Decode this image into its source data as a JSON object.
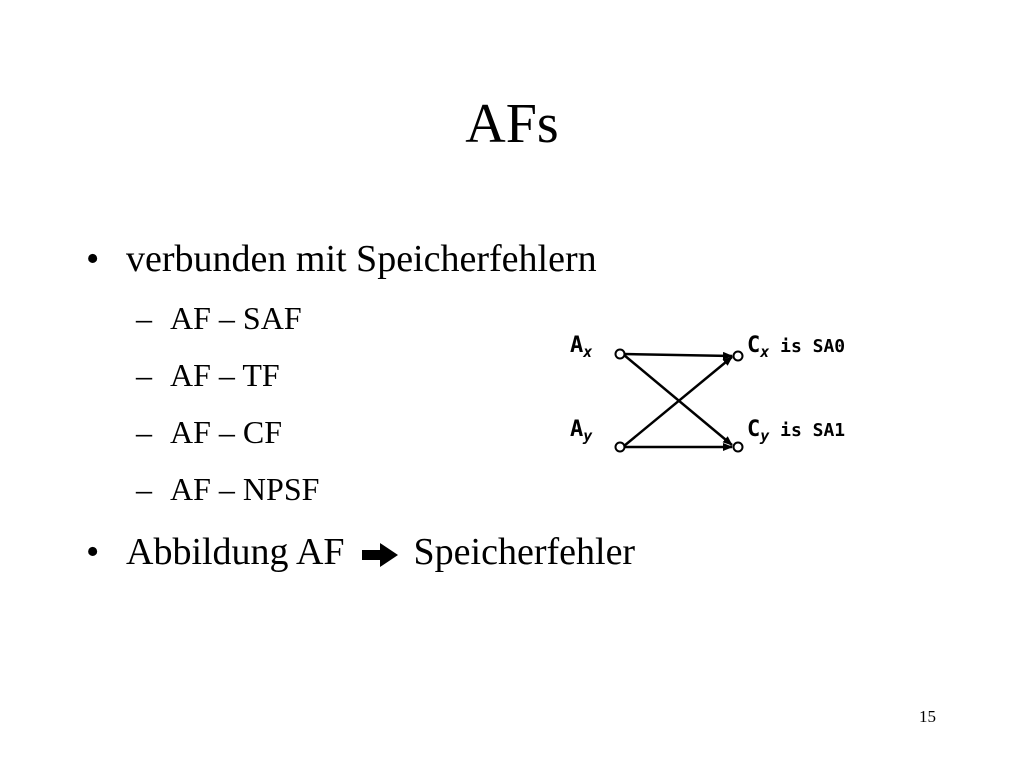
{
  "slide": {
    "title": "AFs",
    "bullets": [
      {
        "text": "verbunden mit Speicherfehlern"
      },
      {
        "before": "Abbildung AF",
        "after": "Speicherfehler"
      }
    ],
    "subbullets": [
      "AF – SAF",
      "AF – TF",
      "AF – CF",
      "AF – NPSF"
    ],
    "page_number": "15"
  },
  "diagram": {
    "left_top": {
      "base": "A",
      "sub": "x"
    },
    "left_bottom": {
      "base": "A",
      "sub": "y"
    },
    "right_top": {
      "base": "C",
      "sub": "x",
      "rest": " is SA0"
    },
    "right_bottom": {
      "base": "C",
      "sub": "y",
      "rest": " is SA1"
    }
  }
}
